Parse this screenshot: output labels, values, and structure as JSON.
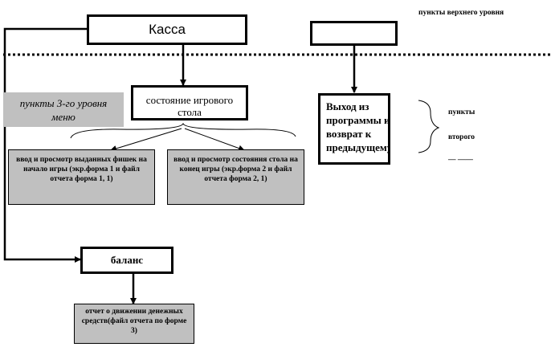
{
  "top_level_label": "пункты верхнего уровня",
  "kassa_box": {
    "label": "Касса"
  },
  "empty_box": {
    "label": ""
  },
  "level3_label": "пункты 3-го уровня меню",
  "state_box": {
    "label": "состояние игрового стола"
  },
  "exit_box": {
    "label": "Выход из программы и возврат к предыдущему"
  },
  "level2_label": {
    "line1": "пункты",
    "line2": "второго",
    "line3": "— ——"
  },
  "input_chips_box": {
    "label": "ввод и просмотр выданных фишек на начало игры (экр.форма 1 и файл отчета форма 1, 1)"
  },
  "input_state_box": {
    "label": "ввод и просмотр состояния стола на конец игры (экр.форма 2 и файл отчета форма 2, 1)"
  },
  "balance_box": {
    "label": "баланс"
  },
  "report_box": {
    "label": "отчет о движении денежных средств(файл отчета по форме 3)"
  }
}
